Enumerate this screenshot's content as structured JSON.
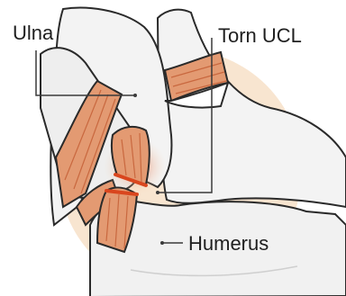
{
  "labels": {
    "ulna": "Ulna",
    "torn_ucl": "Torn UCL",
    "humerus": "Humerus"
  },
  "colors": {
    "background_glow": "#f6dcc0",
    "bone_fill": "#f1f1f1",
    "bone_outline": "#2a2a2a",
    "ligament": "#e39a72",
    "ligament_dark": "#c9683f",
    "tear": "#d9461e",
    "leader_line": "#3a3a3a"
  }
}
